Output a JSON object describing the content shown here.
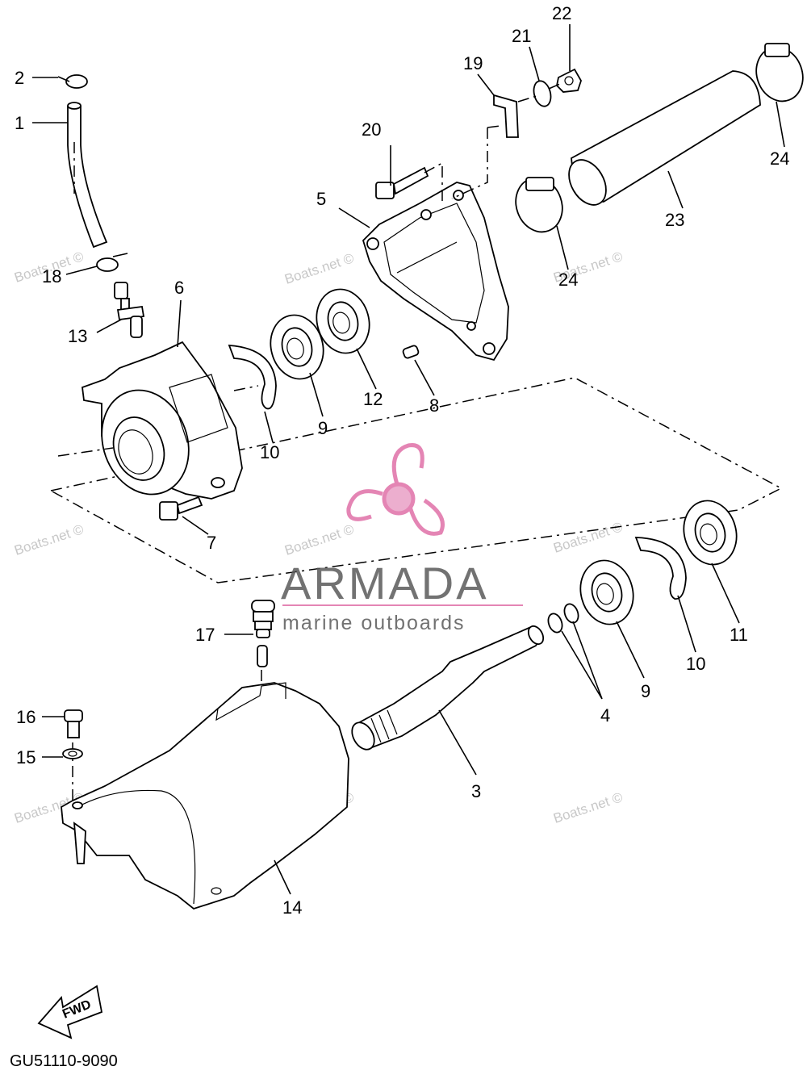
{
  "diagram": {
    "callouts": {
      "c1": "1",
      "c2": "2",
      "c3": "3",
      "c4": "4",
      "c5": "5",
      "c6": "6",
      "c7": "7",
      "c8": "8",
      "c9a": "9",
      "c9b": "9",
      "c10a": "10",
      "c10b": "10",
      "c11": "11",
      "c12": "12",
      "c13": "13",
      "c14": "14",
      "c15": "15",
      "c16": "16",
      "c17": "17",
      "c18": "18",
      "c19": "19",
      "c20": "20",
      "c21": "21",
      "c22": "22",
      "c23": "23",
      "c24a": "24",
      "c24b": "24"
    },
    "fwd_label": "FWD",
    "diagram_code": "GU51110-9090"
  },
  "watermark": {
    "site": "Boats.net ©",
    "brand": "ARMADA",
    "tagline": "marine outboards",
    "brand_color": "#e070a8",
    "text_color": "#5a5a5a"
  }
}
